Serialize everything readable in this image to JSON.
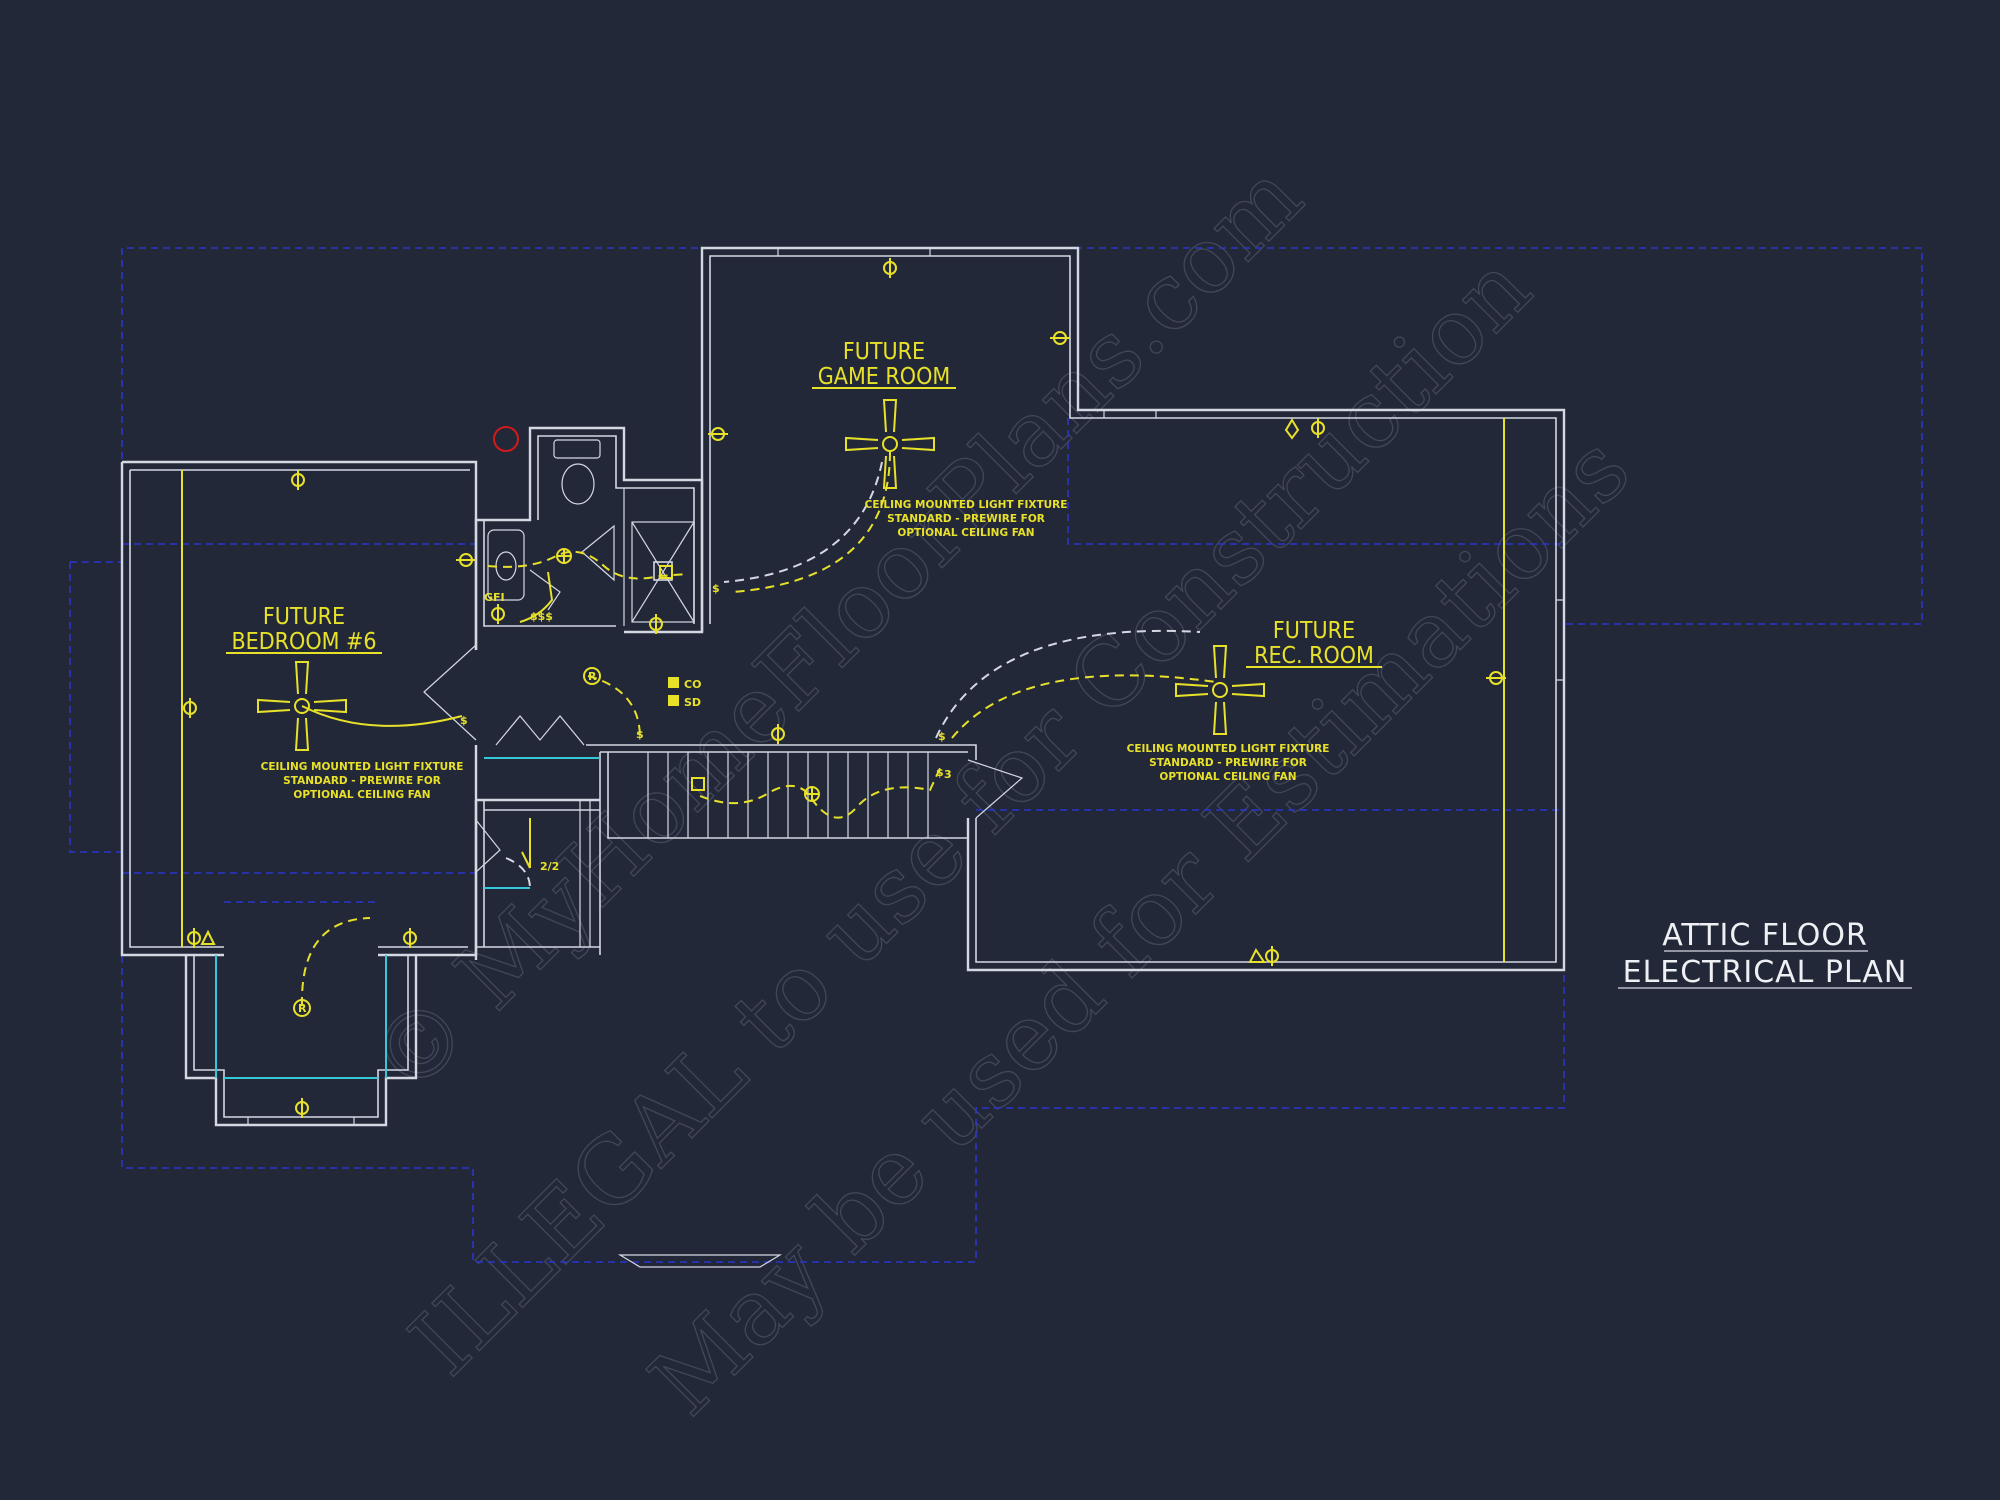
{
  "plan": {
    "title_line1": "ATTIC FLOOR",
    "title_line2": "ELECTRICAL PLAN"
  },
  "rooms": {
    "game_room": {
      "line1": "FUTURE",
      "line2": "GAME ROOM"
    },
    "bedroom": {
      "line1": "FUTURE",
      "line2": "BEDROOM #6"
    },
    "rec_room": {
      "line1": "FUTURE",
      "line2": "REC. ROOM"
    }
  },
  "fixture_note": {
    "line1": "CEILING MOUNTED LIGHT FIXTURE",
    "line2": "STANDARD - PREWIRE FOR",
    "line3": "OPTIONAL CEILING FAN"
  },
  "symbols": {
    "co": "CO",
    "sd": "SD",
    "gfi": "GFI",
    "switch3": "3",
    "closet_note": "2/2"
  },
  "watermark": {
    "line1": "© MyHomeFloorPlans.com",
    "line2": "ILLEGAL to use for Construction",
    "line3": "May be used for Estimations"
  },
  "colors": {
    "background": "#232839",
    "walls": "#d4d8e2",
    "electrical": "#e8e12a",
    "roof_outline": "#2b36c8",
    "glazing": "#35c8d6"
  }
}
